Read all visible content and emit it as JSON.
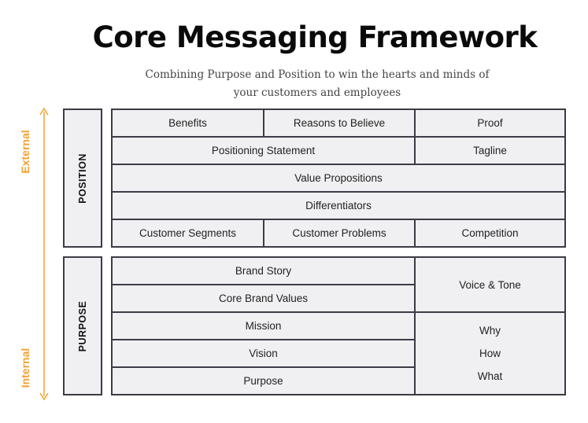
{
  "title": "Core Messaging Framework",
  "subtitle": "Combining Purpose and Position to win the hearts and minds of your customers and employees",
  "axis": {
    "top_label": "External",
    "bottom_label": "Internal",
    "color": "#f5a031"
  },
  "position_section": {
    "label": "POSITION",
    "rows": [
      [
        "Benefits",
        "Reasons to Believe",
        "Proof"
      ],
      [
        "Positioning Statement",
        "Tagline"
      ],
      [
        "Value Propositions"
      ],
      [
        "Differentiators"
      ],
      [
        "Customer Segments",
        "Customer Problems",
        "Competition"
      ]
    ]
  },
  "purpose_section": {
    "label": "PURPOSE",
    "left_rows": [
      "Brand Story",
      "Core Brand Values",
      "Mission",
      "Vision",
      "Purpose"
    ],
    "right_top": "Voice & Tone",
    "right_bottom": [
      "Why",
      "How",
      "What"
    ]
  },
  "colors": {
    "border": "#3c3c46",
    "cell_fill": "#f0f0f2"
  }
}
